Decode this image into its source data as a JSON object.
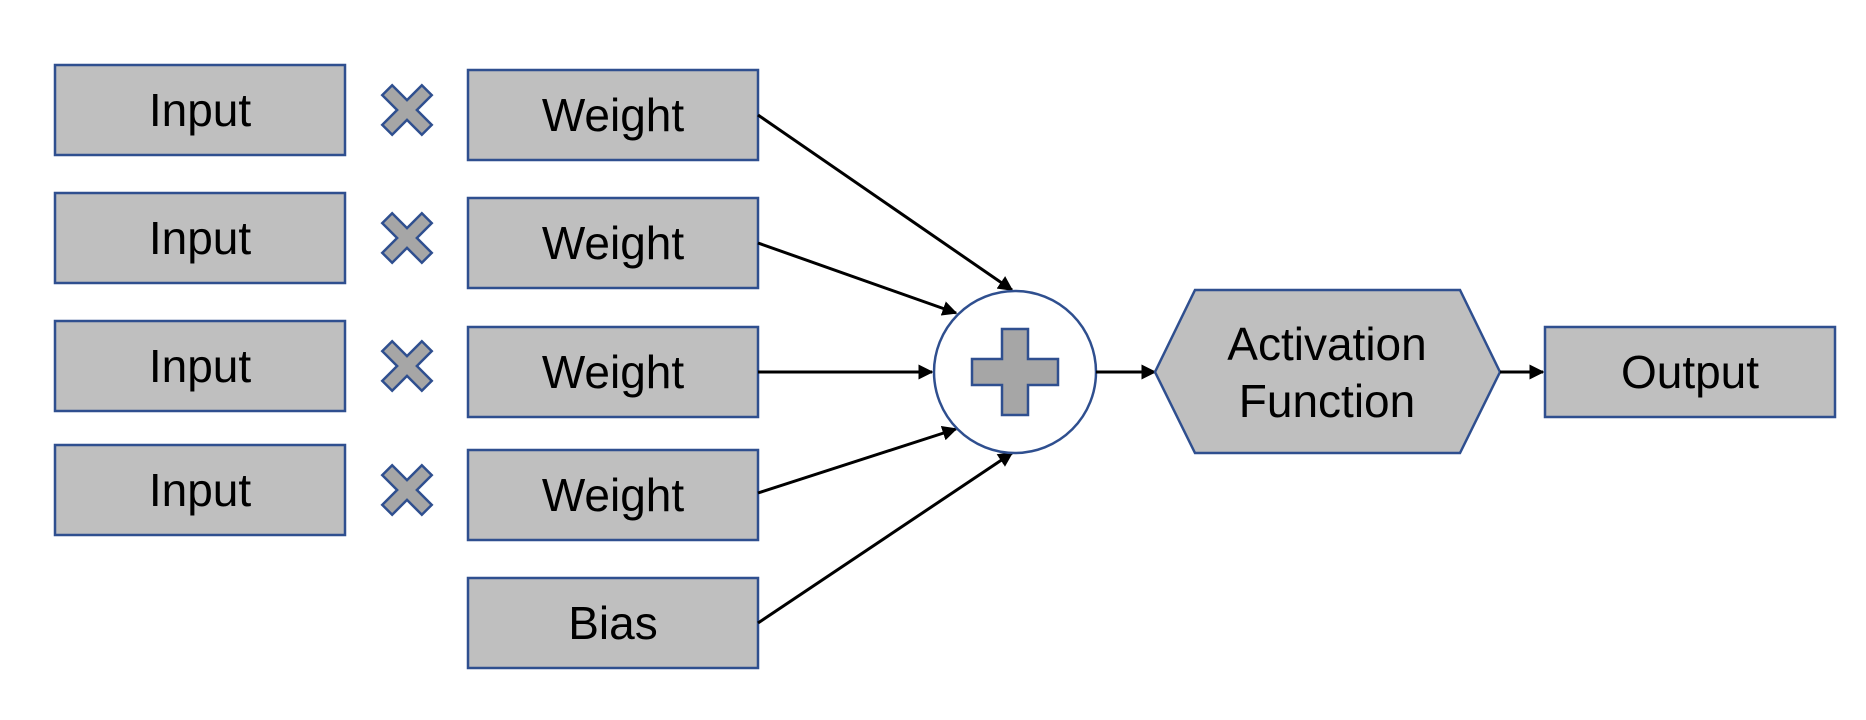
{
  "diagram": {
    "inputs": [
      "Input",
      "Input",
      "Input",
      "Input"
    ],
    "weights": [
      "Weight",
      "Weight",
      "Weight",
      "Weight"
    ],
    "bias": "Bias",
    "activation": {
      "line1": "Activation",
      "line2": "Function"
    },
    "output": "Output",
    "icons": {
      "multiply": "multiply-icon",
      "sum": "plus-icon"
    },
    "colors": {
      "box_fill": "#bfbfbf",
      "box_stroke": "#2f4f8f",
      "icon_fill": "#a6a6a6",
      "arrow": "#000000"
    }
  }
}
